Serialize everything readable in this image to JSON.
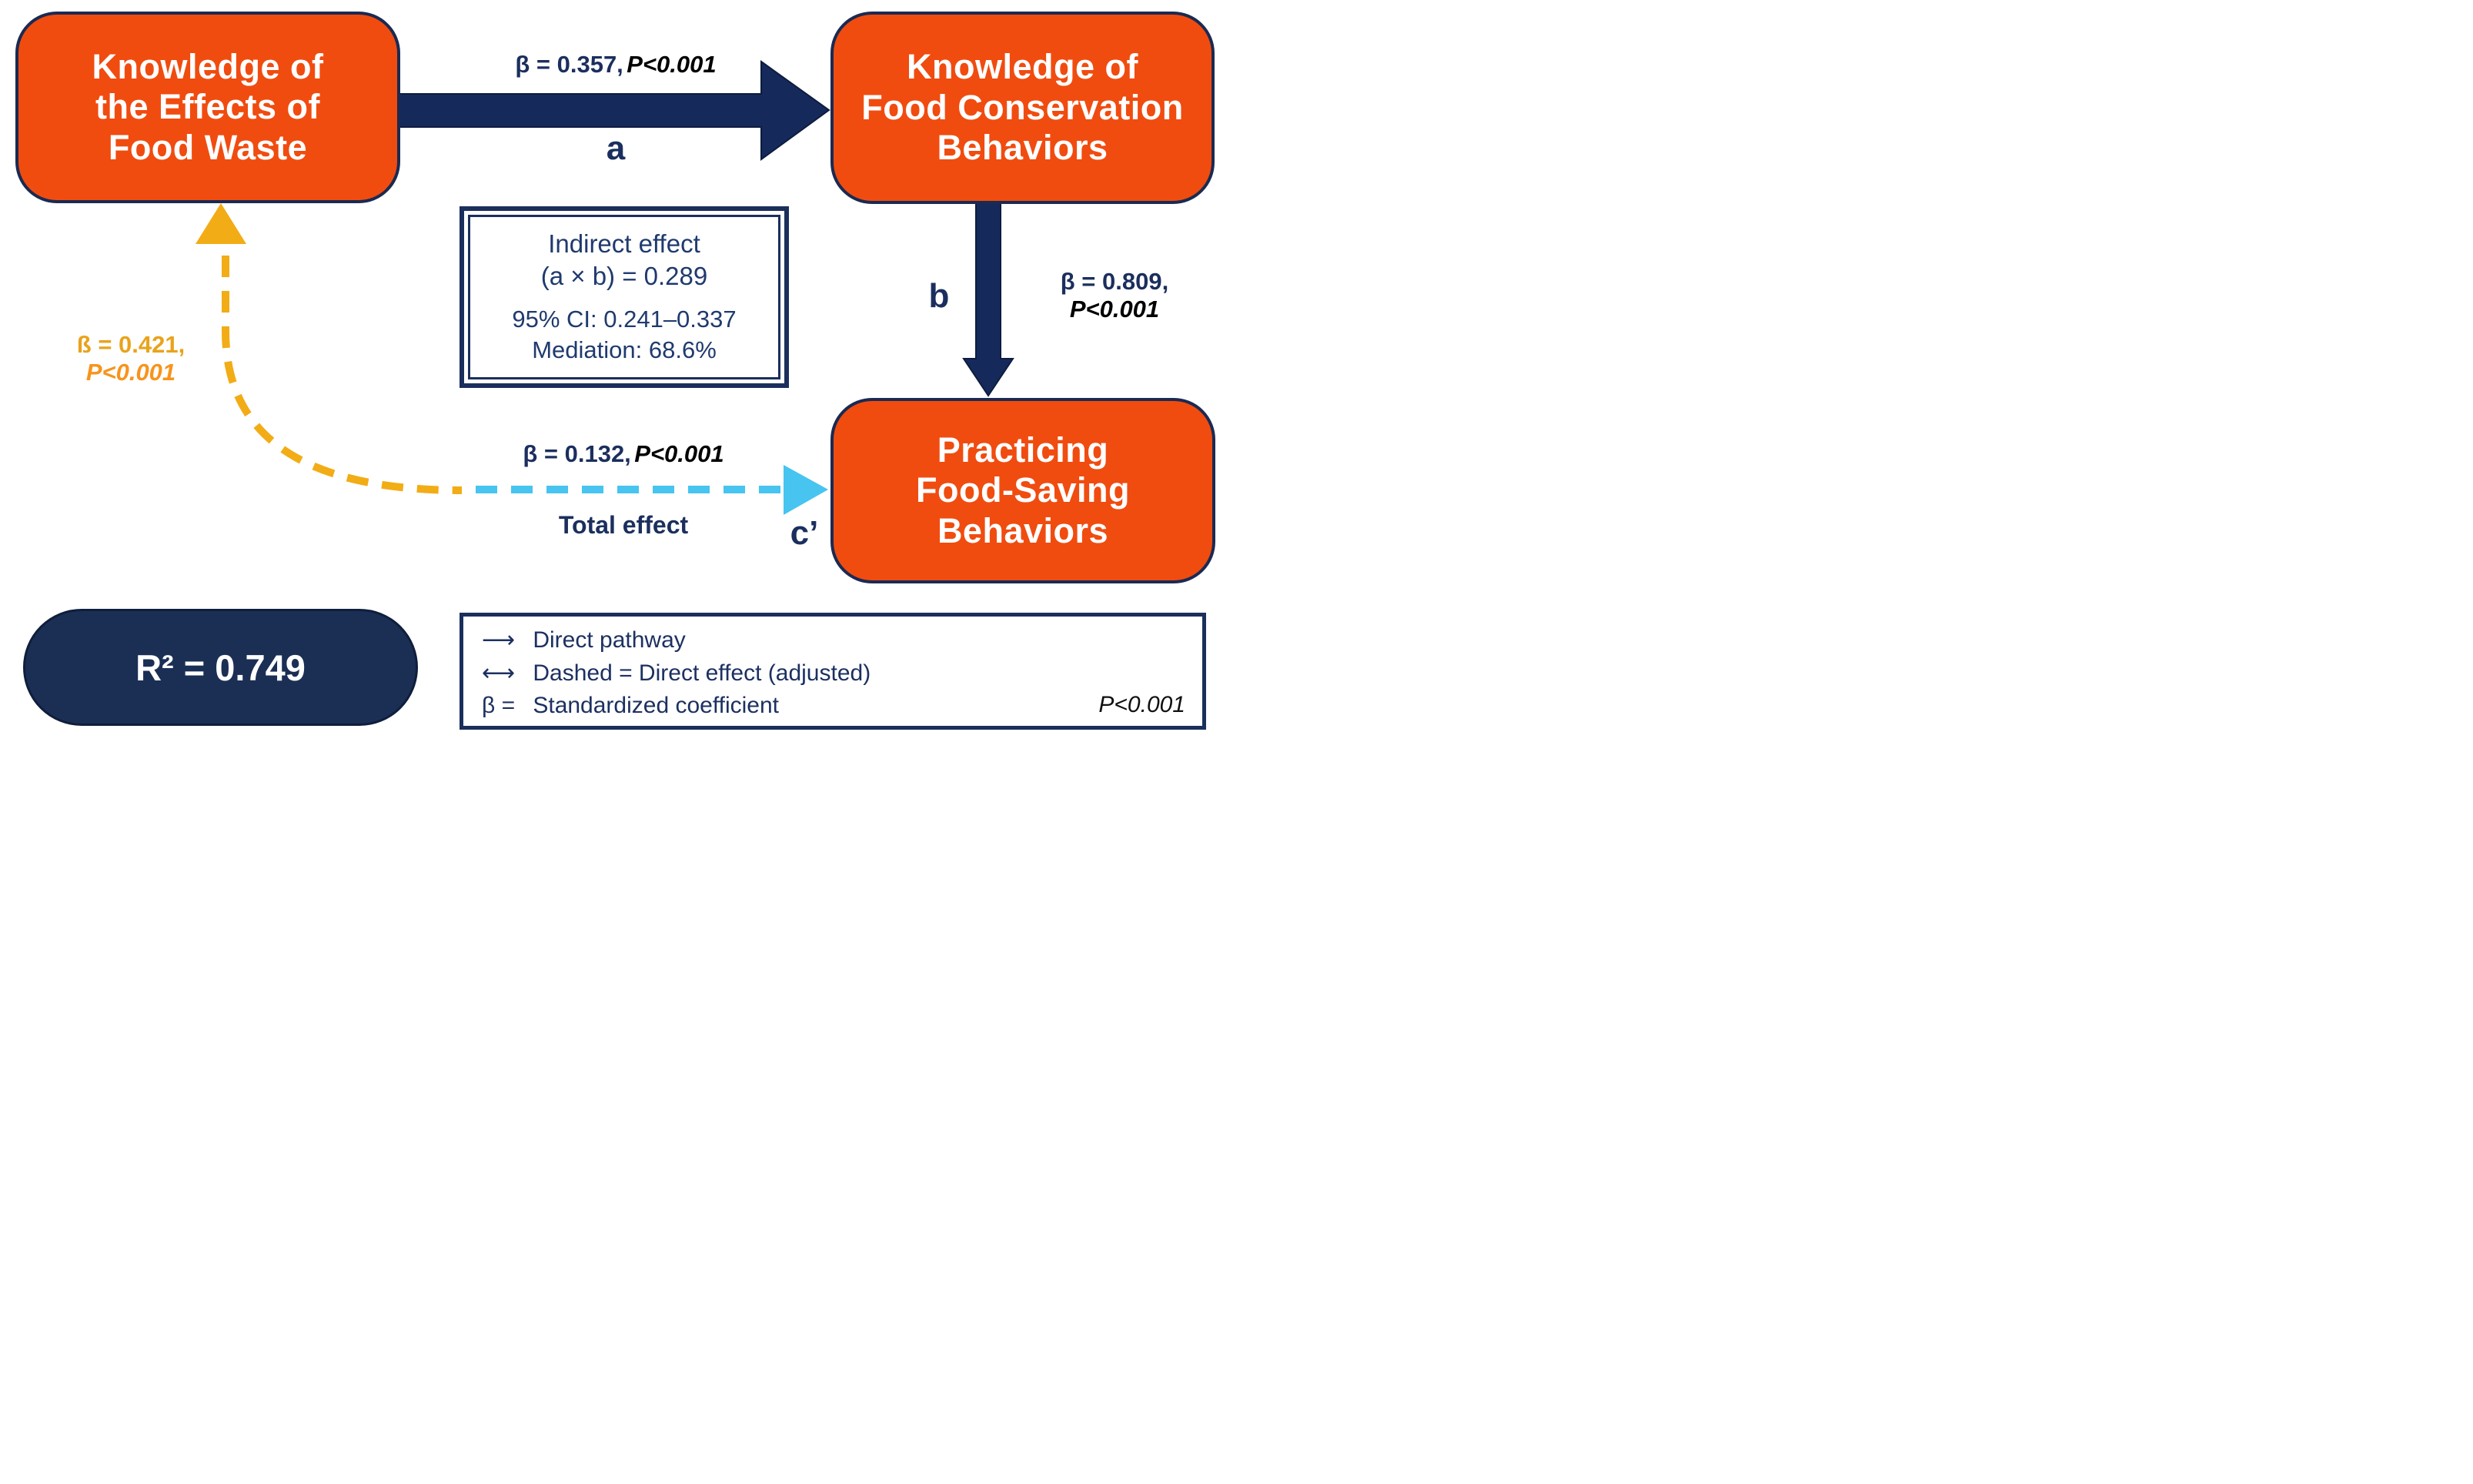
{
  "nodes": {
    "knowledge_effects": "Knowledge of\nthe Effects of\nFood Waste",
    "knowledge_conservation": "Knowledge of\nFood Conservation\nBehaviors",
    "practicing": "Practicing\nFood-Saving\nBehaviors"
  },
  "paths": {
    "a": {
      "stat": "β = 0.357,",
      "p": "P<0.001",
      "letter": "a"
    },
    "b": {
      "stat": "β = 0.809,",
      "p": "P<0.001",
      "letter": "b"
    },
    "c": {
      "stat": "β = 0.132,",
      "p": "P<0.001",
      "letter": "c’",
      "caption": "Total effect"
    },
    "adjusted": {
      "stat": "ß = 0.421,",
      "p": "P<0.001"
    }
  },
  "indirect_box": {
    "title": "Indirect effect",
    "formula": "(a × b) = 0.289",
    "ci": "95% CI: 0.241–0.337",
    "mediation": "Mediation: 68.6%"
  },
  "r_squared": "R² = 0.749",
  "legend": {
    "items": [
      {
        "glyph": "⟶",
        "label": "Direct pathway"
      },
      {
        "glyph": "⟷",
        "label": "Dashed = Direct effect (adjusted)"
      },
      {
        "glyph": "β =",
        "label": "Standardized coefficient"
      }
    ],
    "p_note": "P<0.001"
  },
  "colors": {
    "node_orange": "#F04C10",
    "navy": "#1B2F5E",
    "arrow_navy": "#16295B",
    "yellow": "#F2AC15",
    "light_blue": "#47C4EF",
    "p_orange": "#F7941D"
  }
}
